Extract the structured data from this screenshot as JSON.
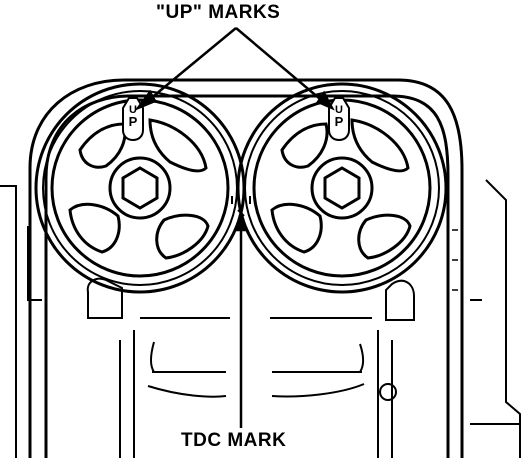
{
  "diagram": {
    "labels": {
      "up_marks": "\"UP\" MARKS",
      "tdc_mark": "TDC MARK"
    },
    "pulley_marks": {
      "left_letters": [
        "U",
        "P"
      ],
      "right_letters": [
        "U",
        "P"
      ]
    },
    "line_color": "#000000",
    "background_color": "#ffffff"
  }
}
